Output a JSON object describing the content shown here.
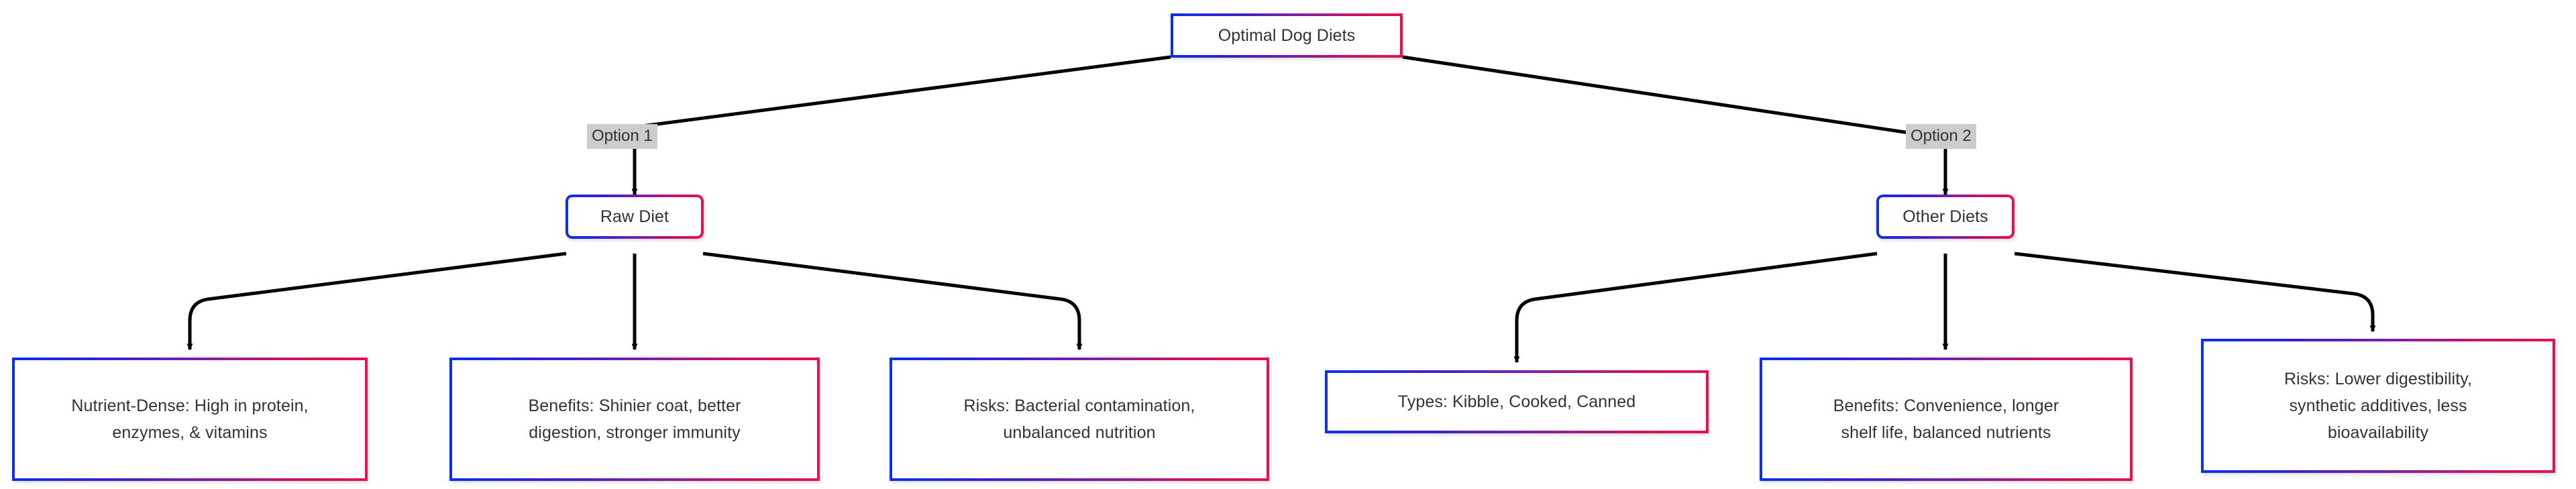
{
  "diagram": {
    "title": "Optimal Dog Diets",
    "type": "flowchart",
    "orientation": "top-down",
    "colors": {
      "border_gradient_start": "#0b2ff0",
      "border_gradient_end": "#ec0f4a",
      "node_fill": "#ffffff",
      "text": "#333333",
      "edge": "#000000",
      "edge_label_background": "#cccccc",
      "canvas_background": "#ffffff"
    },
    "nodes": [
      {
        "id": "root",
        "label": "Optimal Dog Diets"
      },
      {
        "id": "raw",
        "label": "Raw Diet"
      },
      {
        "id": "other",
        "label": "Other Diets"
      },
      {
        "id": "raw-nutrient",
        "label": "Nutrient-Dense: High in protein, enzymes, & vitamins"
      },
      {
        "id": "raw-benefits",
        "label": "Benefits: Shinier coat, better digestion, stronger immunity"
      },
      {
        "id": "raw-risks",
        "label": "Risks: Bacterial contamination, unbalanced nutrition"
      },
      {
        "id": "other-types",
        "label": "Types: Kibble, Cooked, Canned"
      },
      {
        "id": "other-benefits",
        "label": "Benefits: Convenience, longer shelf life, balanced nutrients"
      },
      {
        "id": "other-risks",
        "label": "Risks: Lower digestibility, synthetic additives, less bioavailability"
      }
    ],
    "edges": [
      {
        "from": "root",
        "to": "raw",
        "label": "Option 1"
      },
      {
        "from": "root",
        "to": "other",
        "label": "Option 2"
      },
      {
        "from": "raw",
        "to": "raw-nutrient",
        "label": ""
      },
      {
        "from": "raw",
        "to": "raw-benefits",
        "label": ""
      },
      {
        "from": "raw",
        "to": "raw-risks",
        "label": ""
      },
      {
        "from": "other",
        "to": "other-types",
        "label": ""
      },
      {
        "from": "other",
        "to": "other-benefits",
        "label": ""
      },
      {
        "from": "other",
        "to": "other-risks",
        "label": ""
      }
    ],
    "edge_labels": [
      {
        "id": "option-1",
        "text": "Option 1"
      },
      {
        "id": "option-2",
        "text": "Option 2"
      }
    ],
    "node_lines": {
      "root": [
        "Optimal Dog Diets"
      ],
      "raw": [
        "Raw Diet"
      ],
      "other": [
        "Other Diets"
      ],
      "raw_nutrient": [
        "Nutrient-Dense: High in protein,",
        "enzymes, & vitamins"
      ],
      "raw_benefits": [
        "Benefits: Shinier coat, better",
        "digestion, stronger immunity"
      ],
      "raw_risks": [
        "Risks: Bacterial contamination,",
        "unbalanced nutrition"
      ],
      "other_types": [
        "Types: Kibble, Cooked, Canned"
      ],
      "other_benefits": [
        "Benefits: Convenience, longer",
        "shelf life, balanced nutrients"
      ],
      "other_risks": [
        "Risks: Lower digestibility,",
        "synthetic additives, less",
        "bioavailability"
      ]
    }
  }
}
